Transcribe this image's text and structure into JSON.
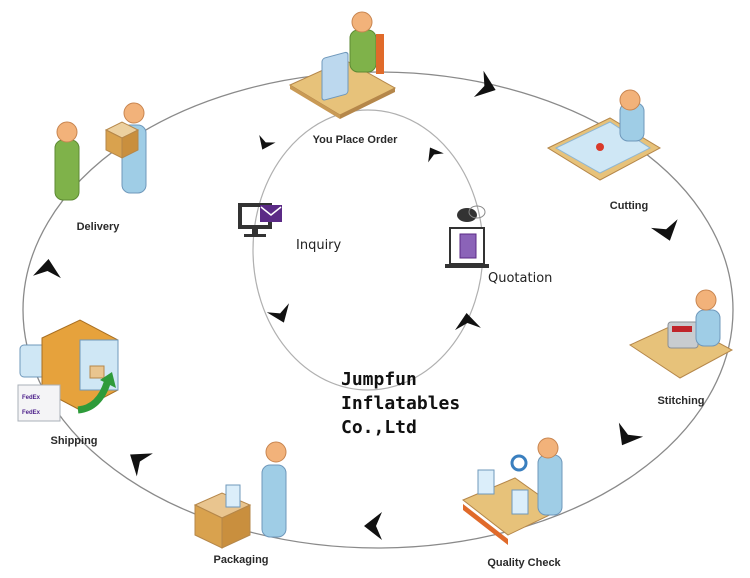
{
  "title": "Jumpfun Inflatables order process cycle",
  "company": {
    "lines": [
      "Jumpfun",
      "Inflatables",
      "Co.,Ltd"
    ]
  },
  "outer_steps": [
    {
      "id": "place-order",
      "label": "You Place Order",
      "icon": "person-at-computer-icon"
    },
    {
      "id": "cutting",
      "label": "Cutting",
      "icon": "person-cutting-fabric-icon"
    },
    {
      "id": "stitching",
      "label": "Stitching",
      "icon": "person-sewing-machine-icon"
    },
    {
      "id": "quality-check",
      "label": "Quality Check",
      "icon": "inspector-conveyor-icon"
    },
    {
      "id": "packaging",
      "label": "Packaging",
      "icon": "person-packing-box-icon"
    },
    {
      "id": "shipping",
      "label": "Shipping",
      "icon": "delivery-truck-icon"
    },
    {
      "id": "delivery",
      "label": "Delivery",
      "icon": "package-handover-icon"
    }
  ],
  "inner_steps": [
    {
      "id": "inquiry",
      "label": "Inquiry",
      "icon": "monitor-mail-icon"
    },
    {
      "id": "quotation",
      "label": "Quotation",
      "icon": "laptop-quote-icon"
    }
  ],
  "flow": {
    "outer_direction": "clockwise",
    "inner_direction": "counter-clockwise"
  },
  "colors": {
    "line": "#8a8a8a",
    "arrow": "#111111",
    "accent_purple": "#5b2a86",
    "skin": "#f2b27a",
    "shirt_blue": "#9fcde6",
    "shirt_green": "#7fb24a",
    "desk": "#e7c27a",
    "box": "#d9a24e",
    "green_arrow": "#2e9b3a"
  }
}
